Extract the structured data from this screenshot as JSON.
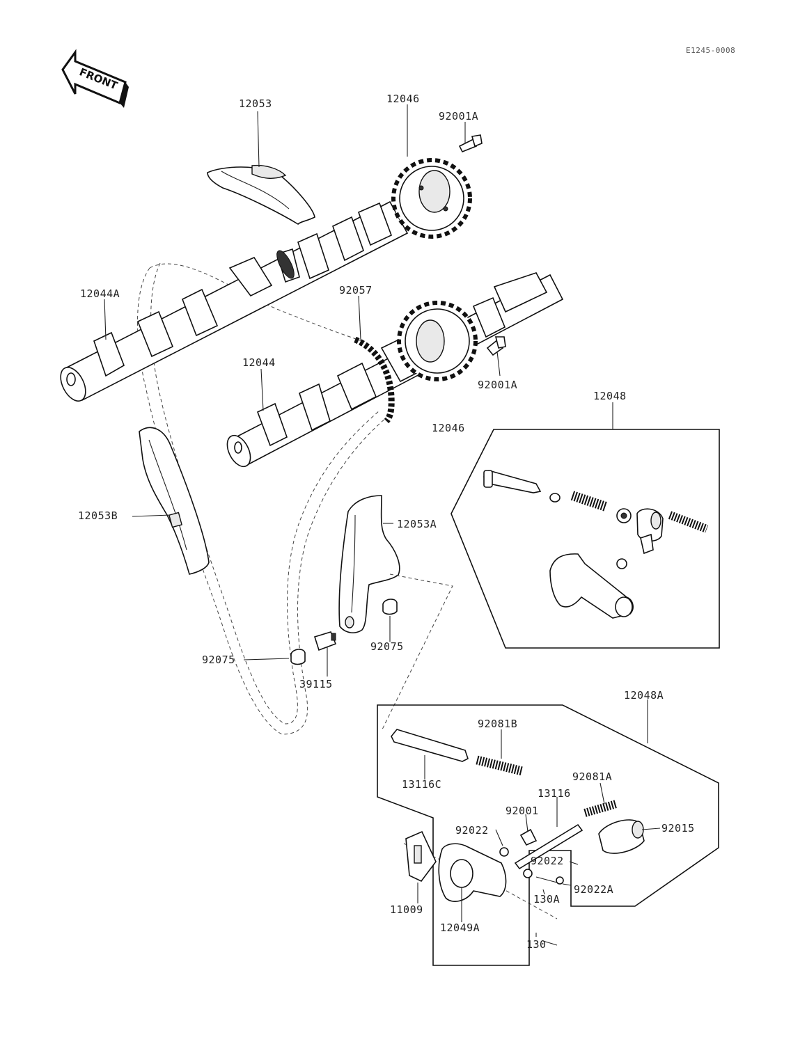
{
  "diagram_code": "E1245-0008",
  "front_arrow": {
    "text": "FRONT",
    "icon": "front-direction-arrow-icon"
  },
  "labels": {
    "12053": "12053",
    "12046_top": "12046",
    "92001A_top": "92001A",
    "12044A": "12044A",
    "92057": "92057",
    "12044": "12044",
    "92001A_mid": "92001A",
    "12048": "12048",
    "12046_mid": "12046",
    "12053B": "12053B",
    "12053A": "12053A",
    "92075_right": "92075",
    "92075_left": "92075",
    "39115": "39115",
    "12048A": "12048A",
    "92081B": "92081B",
    "13116C": "13116C",
    "92081A": "92081A",
    "13116": "13116",
    "92001": "92001",
    "92022_a": "92022",
    "92015": "92015",
    "92022_b": "92022",
    "92022A": "92022A",
    "130A": "130A",
    "11009": "11009",
    "12049A": "12049A",
    "130": "130"
  }
}
